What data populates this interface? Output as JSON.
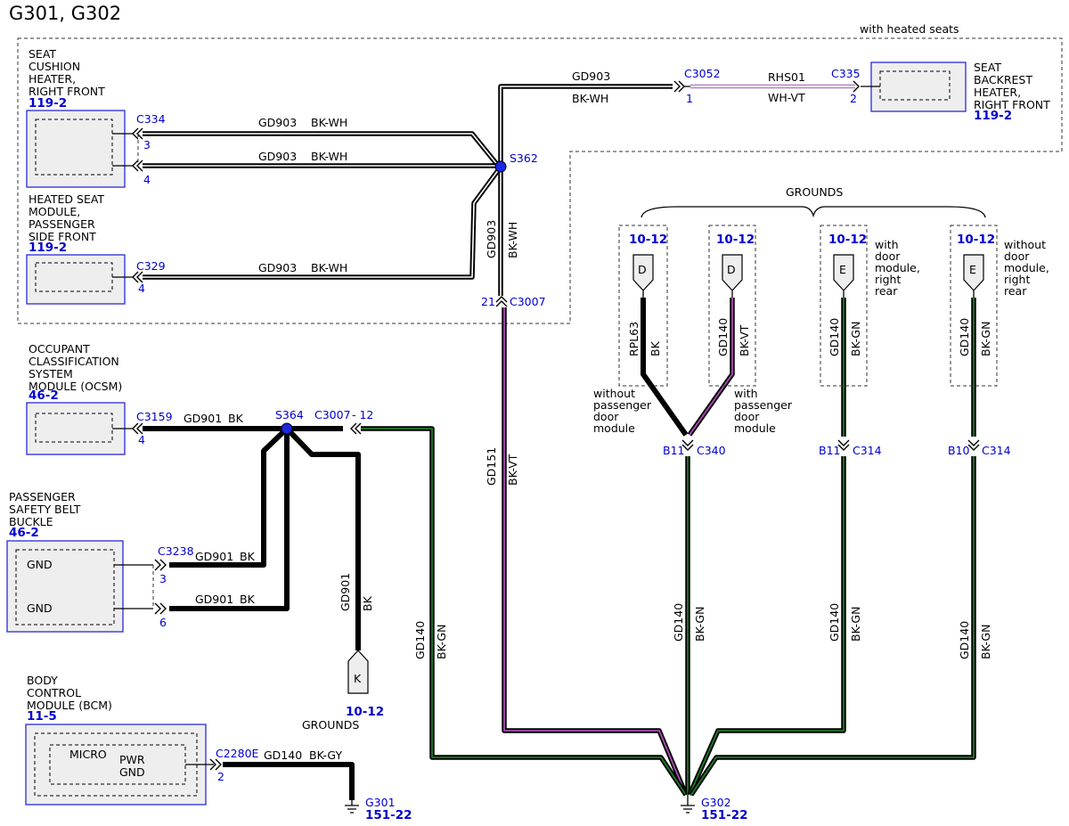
{
  "title": "G301, G302",
  "heated_seats_note": "with heated seats",
  "modules": {
    "seat_cushion": {
      "lines": [
        "SEAT",
        "CUSHION",
        "HEATER,",
        "RIGHT FRONT"
      ],
      "ref": "119-2"
    },
    "heated_seat_module": {
      "lines": [
        "HEATED SEAT",
        "MODULE,",
        "PASSENGER",
        "SIDE FRONT"
      ],
      "ref": "119-2"
    },
    "seat_backrest": {
      "lines": [
        "SEAT",
        "BACKREST",
        "HEATER,",
        "RIGHT FRONT"
      ],
      "ref": "119-2"
    },
    "ocsm": {
      "lines": [
        "OCCUPANT",
        "CLASSIFICATION",
        "SYSTEM",
        "MODULE (OCSM)"
      ],
      "ref": "46-2"
    },
    "belt_buckle": {
      "lines": [
        "PASSENGER",
        "SAFETY BELT",
        "BUCKLE"
      ],
      "ref": "46-2",
      "pin_labels": [
        "GND",
        "GND"
      ]
    },
    "bcm": {
      "lines": [
        "BODY",
        "CONTROL",
        "MODULE (BCM)"
      ],
      "ref": "11-5",
      "inner_labels": [
        "MICRO",
        "PWR",
        "GND"
      ]
    }
  },
  "connectors": {
    "c334": "C334",
    "c334_pin_a": "3",
    "c334_pin_b": "4",
    "c329": "C329",
    "c329_pin": "4",
    "c3052": "C3052",
    "c3052_pin": "1",
    "c335": "C335",
    "c335_pin": "2",
    "c3007": "C3007",
    "c3007_pin": "21",
    "c3007_b": "C3007",
    "c3007_b_pin": "- 12",
    "c3159": "C3159",
    "c3159_pin": "4",
    "c3238": "C3238",
    "c3238_pin_a": "3",
    "c3238_pin_b": "6",
    "c2280e": "C2280E",
    "c2280e_pin": "2",
    "c340": "C340",
    "c340_pin": "B11",
    "c314_a": "C314",
    "c314_a_pin": "B11",
    "c314_b": "C314",
    "c314_b_pin": "B10"
  },
  "splices": {
    "s362": "S362",
    "s364": "S364"
  },
  "wires": {
    "gd903": "GD903",
    "bk_wh": "BK-WH",
    "rhs01": "RHS01",
    "wh_vt": "WH-VT",
    "gd901": "GD901",
    "bk": "BK",
    "gd151": "GD151",
    "bk_vt": "BK-VT",
    "gd140": "GD140",
    "bk_gn": "BK-GN",
    "bk_gy": "BK-GY",
    "rpl63": "RPL63"
  },
  "grounds": {
    "header": "GROUNDS",
    "ref": "10-12",
    "d1": {
      "letter": "D",
      "ref": "10-12",
      "note": [
        "without",
        "passenger",
        "door",
        "module"
      ]
    },
    "d2": {
      "letter": "D",
      "ref": "10-12",
      "note": [
        "with",
        "passenger",
        "door",
        "module"
      ]
    },
    "e1": {
      "letter": "E",
      "ref": "10-12",
      "note": [
        "with",
        "door",
        "module,",
        "right",
        "rear"
      ]
    },
    "e2": {
      "letter": "E",
      "ref": "10-12",
      "note": [
        "without",
        "door",
        "module,",
        "right",
        "rear"
      ]
    },
    "k": {
      "letter": "K",
      "ref": "10-12",
      "label": "GROUNDS"
    },
    "g301": {
      "name": "G301",
      "ref": "151-22"
    },
    "g302": {
      "name": "G302",
      "ref": "151-22"
    }
  }
}
